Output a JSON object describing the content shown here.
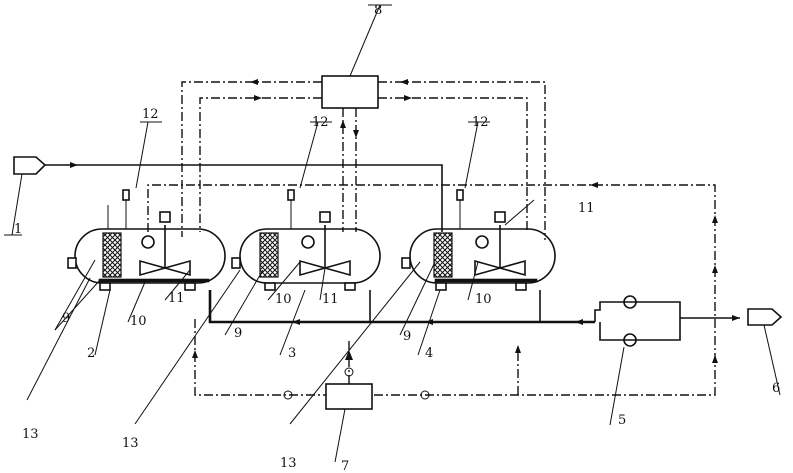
{
  "labels": {
    "l1": "1",
    "l2": "2",
    "l3": "3",
    "l4": "4",
    "l5": "5",
    "l6": "6",
    "l7": "7",
    "l8": "8",
    "l9a": "9",
    "l9b": "9",
    "l9c": "9",
    "l10a": "10",
    "l10b": "10",
    "l10c": "10",
    "l11a": "11",
    "l11b": "11",
    "l11c": "11",
    "l12a": "12",
    "l12b": "12",
    "l12c": "12",
    "l13a": "13",
    "l13b": "13",
    "l13c": "13"
  }
}
